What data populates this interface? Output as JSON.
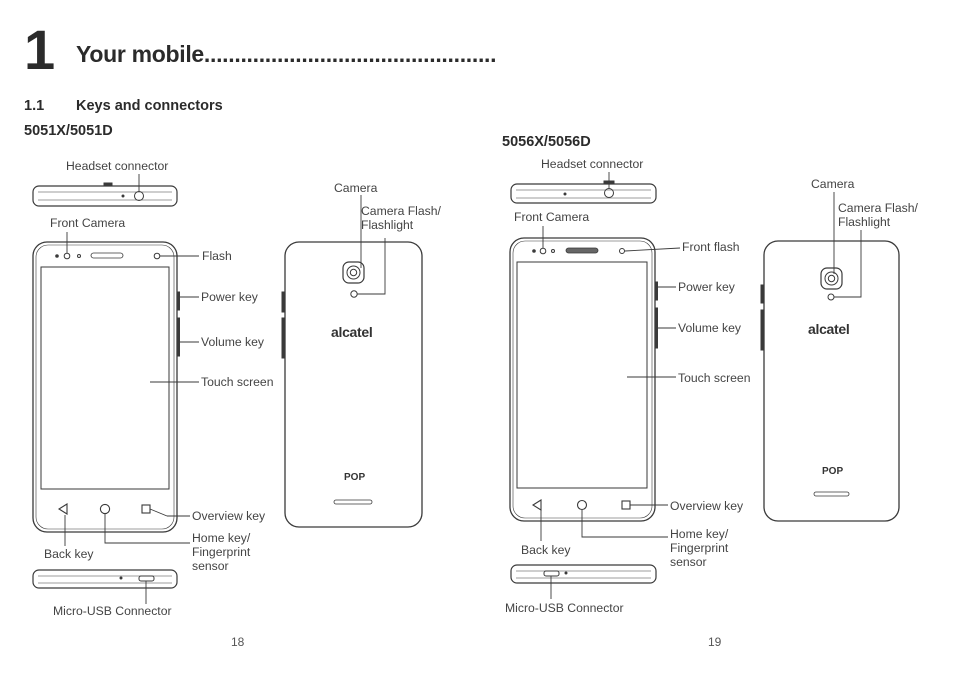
{
  "header": {
    "chapter_number": "1",
    "chapter_title": "Your mobile",
    "leader": "................................................",
    "section_number": "1.1",
    "section_title": "Keys and connectors"
  },
  "left": {
    "model": "5051X/5051D",
    "labels": {
      "headset": "Headset connector",
      "front_camera": "Front Camera",
      "flash": "Flash",
      "power": "Power key",
      "volume": "Volume key",
      "touch": "Touch screen",
      "overview": "Overview key",
      "home_line1": "Home key/",
      "home_line2": "Fingerprint",
      "home_line3": "sensor",
      "back": "Back key",
      "usb": "Micro-USB Connector",
      "camera": "Camera",
      "camflash_line1": "Camera Flash/",
      "camflash_line2": "Flashlight"
    },
    "back_logo": "alcatel",
    "back_brand": "POP",
    "page": "18"
  },
  "right": {
    "model": "5056X/5056D",
    "labels": {
      "headset": "Headset connector",
      "front_camera": "Front Camera",
      "flash": "Front flash",
      "power": "Power key",
      "volume": "Volume key",
      "touch": "Touch screen",
      "overview": "Overview key",
      "home_line1": "Home key/",
      "home_line2": "Fingerprint",
      "home_line3": "sensor",
      "back": "Back key",
      "usb": "Micro-USB Connector",
      "camera": "Camera",
      "camflash_line1": "Camera Flash/",
      "camflash_line2": "Flashlight"
    },
    "back_logo": "alcatel",
    "back_brand": "POP",
    "page": "19"
  }
}
